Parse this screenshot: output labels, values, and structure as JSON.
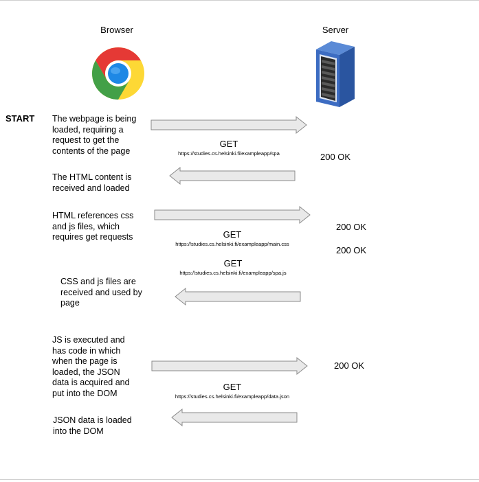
{
  "columns": {
    "browser": "Browser",
    "server": "Server"
  },
  "start_label": "START",
  "icons": {
    "browser": "chrome-logo-icon",
    "server": "server-rack-icon"
  },
  "colors": {
    "arrow_fill": "#e9e9e9",
    "arrow_stroke": "#8a8a8a",
    "server_blue": "#2f5fb0"
  },
  "steps": [
    {
      "text": "The webpage is being\nloaded, requiring a\nrequest to get the\ncontents of the page"
    },
    {
      "text": "The HTML content is\nreceived and loaded"
    },
    {
      "text": "HTML references css\nand js files, which\nrequires get requests"
    },
    {
      "text": "CSS and js files are\nreceived and used by\npage"
    },
    {
      "text": "JS is executed and\nhas code in which\nwhen the page is\nloaded, the JSON\ndata is acquired and\nput into the DOM"
    },
    {
      "text": "JSON data is loaded\ninto the DOM"
    }
  ],
  "requests": [
    {
      "method": "GET",
      "url": "https://studies.cs.helsinki.fi/exampleapp/spa"
    },
    {
      "method": "GET",
      "url": "https://studies.cs.helsinki.fi/exampleapp/main.css"
    },
    {
      "method": "GET",
      "url": "https://studies.cs.helsinki.fi/exampleapp/spa.js"
    },
    {
      "method": "GET",
      "url": "https://studies.cs.helsinki.fi/exampleapp/data.json"
    }
  ],
  "responses": [
    "200 OK",
    "200 OK",
    "200 OK",
    "200 OK"
  ],
  "arrows": [
    {
      "direction": "right"
    },
    {
      "direction": "left"
    },
    {
      "direction": "right"
    },
    {
      "direction": "left"
    },
    {
      "direction": "right"
    },
    {
      "direction": "left"
    }
  ]
}
